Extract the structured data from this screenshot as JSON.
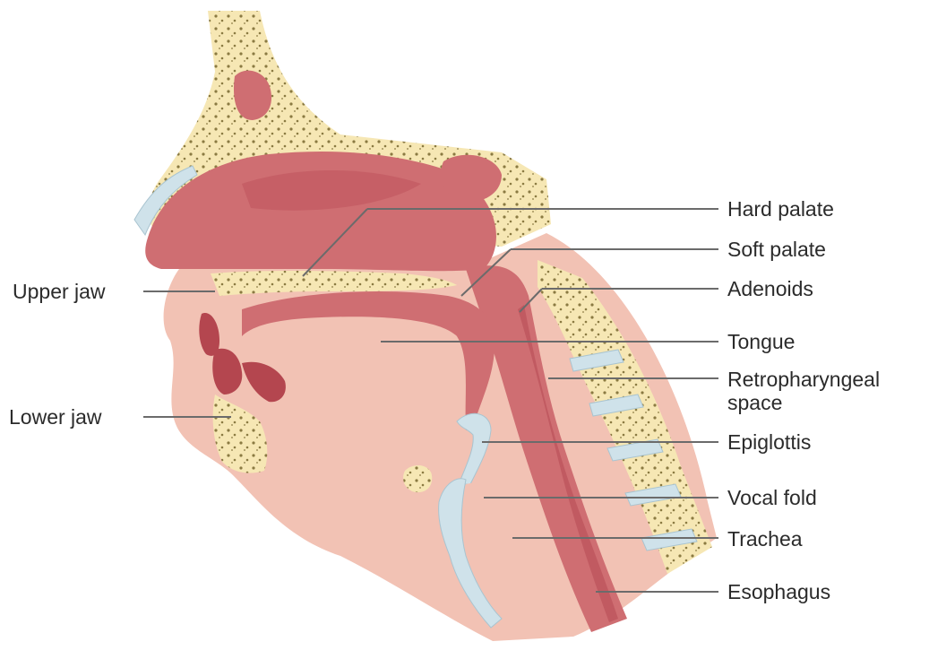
{
  "diagram": {
    "colors": {
      "skin": "#f2c2b4",
      "muscle": "#cf6e72",
      "muscle_dark": "#b4464f",
      "bone": "#f6e7b4",
      "bone_speck": "#8a7a42",
      "cartilage": "#cfe2ea",
      "leader": "#6b6b6b",
      "text": "#2b2b2b"
    },
    "labels": {
      "hard_palate": "Hard palate",
      "soft_palate": "Soft palate",
      "adenoids": "Adenoids",
      "tongue": "Tongue",
      "retropharyngeal_line1": "Retropharyngeal",
      "retropharyngeal_line2": "space",
      "epiglottis": "Epiglottis",
      "vocal_fold": "Vocal fold",
      "trachea": "Trachea",
      "esophagus": "Esophagus",
      "upper_jaw": "Upper jaw",
      "lower_jaw": "Lower jaw"
    }
  }
}
